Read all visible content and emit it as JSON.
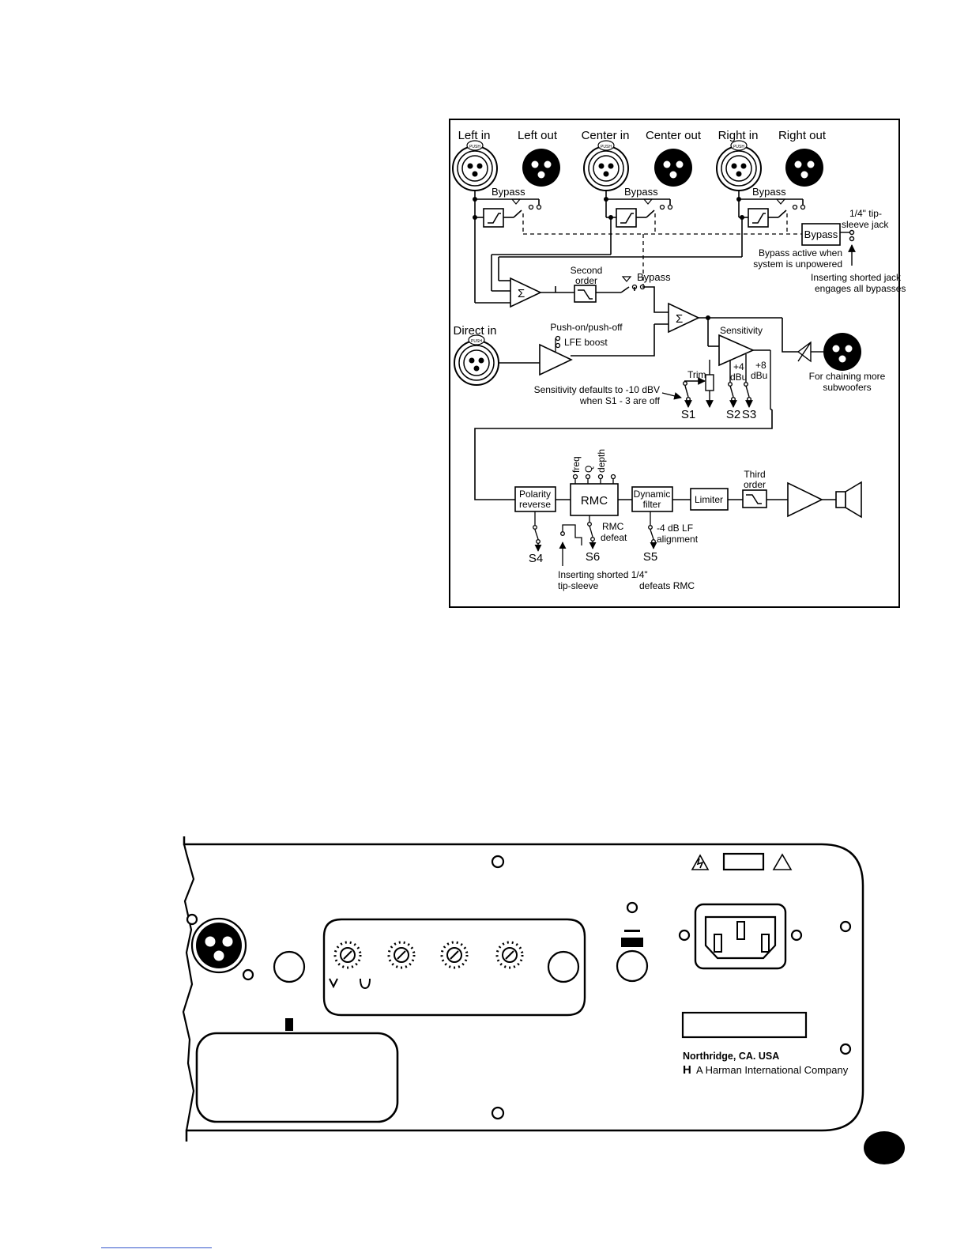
{
  "signal_flow": {
    "inputs": {
      "left_in": "Left in",
      "left_out": "Left out",
      "center_in": "Center in",
      "center_out": "Center out",
      "right_in": "Right in",
      "right_out": "Right out",
      "push_label": "PUSH"
    },
    "bypass": "Bypass",
    "bypass_box": "Bypass",
    "jack_note": "1/4\" tip-\nsleeve jack",
    "bypass_unpowered": "Bypass active when\nsystem is unpowered",
    "inserting_shorted_jack": "Inserting shorted jack\nengages all bypasses",
    "second_order": "Second\norder",
    "sigma": "Σ",
    "direct_in": "Direct in",
    "push_on_off": "Push-on/push-off",
    "lfe_boost": "LFE boost",
    "sensitivity": "Sensitivity",
    "trim": "Trim",
    "plus4": "+4\ndBu",
    "plus8": "+8\ndBu",
    "sensitivity_default": "Sensitivity defaults to -10 dBV\nwhen S1 - 3 are off",
    "s1": "S1",
    "s2": "S2",
    "s3": "S3",
    "chaining": "For chaining more\nsubwoofers",
    "polarity_reverse": "Polarity\nreverse",
    "rmc": "RMC",
    "rmc_params": [
      "freq",
      "Q",
      "depth"
    ],
    "dynamic_filter": "Dynamic\nfilter",
    "limiter": "Limiter",
    "third_order": "Third\norder",
    "s4": "S4",
    "s6": "S6",
    "s5": "S5",
    "rmc_defeat": "RMC\ndefeat",
    "lf_alignment": "-4 dB LF\nalignment",
    "inserting_shorted_quarter": "Inserting shorted 1/4\"\ntip-sleeve",
    "defeats_rmc": "defeats RMC"
  },
  "rear_panel": {
    "manufacturer_city": "Northridge, CA.  USA",
    "harman_logo": "H",
    "harman_text": "A Harman International Company"
  }
}
